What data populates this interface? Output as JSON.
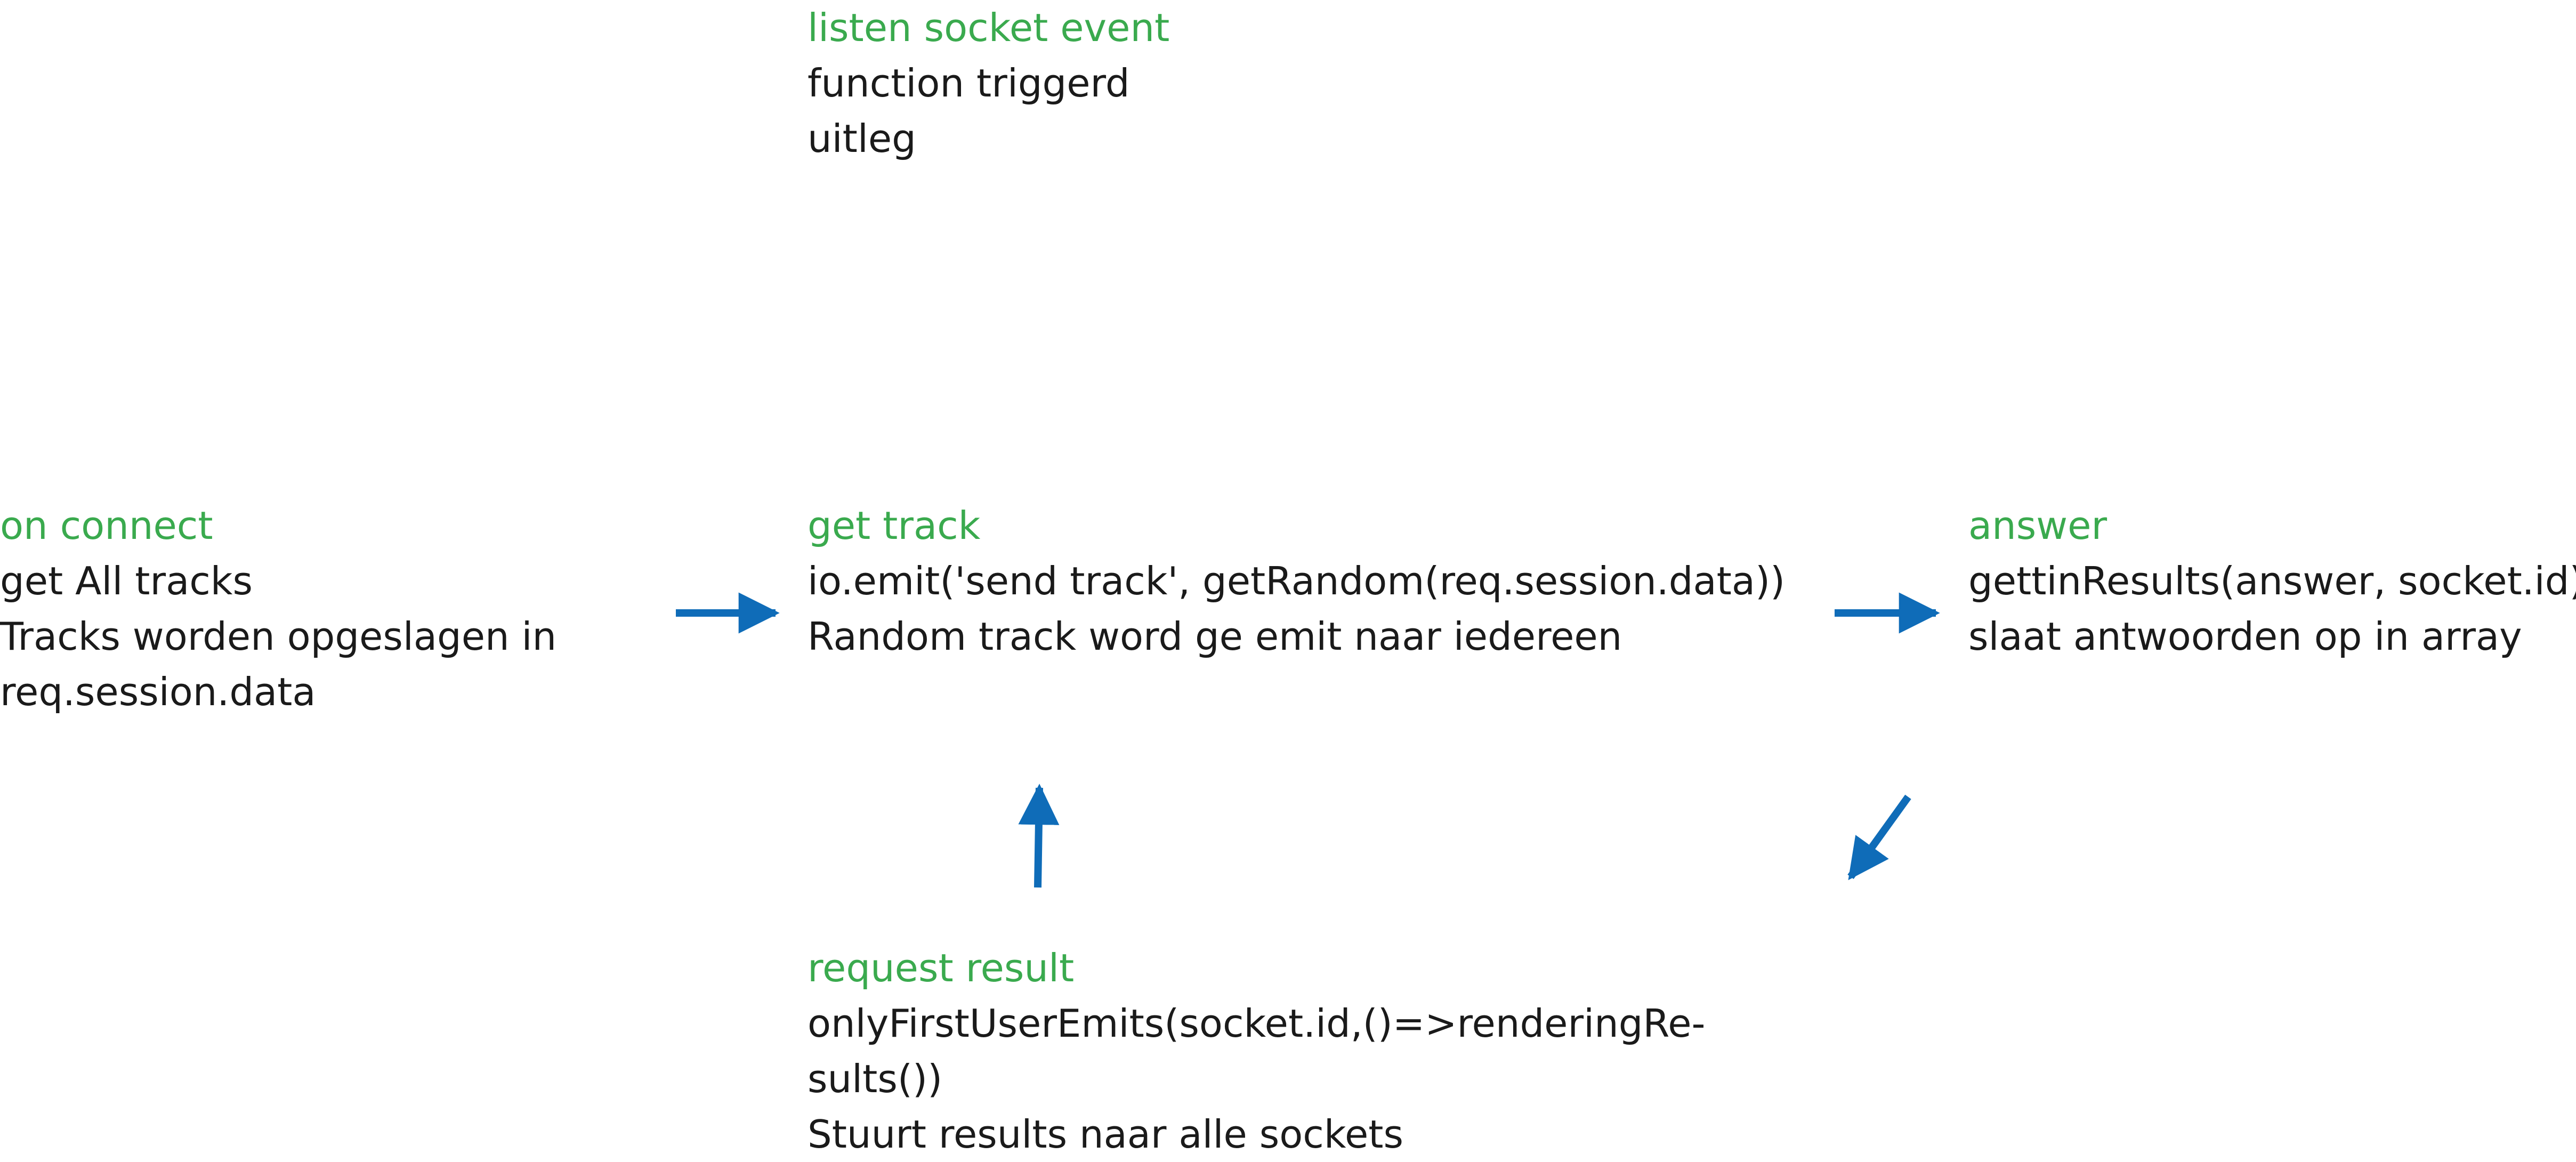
{
  "colors": {
    "heading": "#3aaa4e",
    "text": "#1a1a1a",
    "arrow": "#0f6cb8"
  },
  "legend": {
    "heading": "listen socket event",
    "lines": [
      "function triggerd",
      "uitleg"
    ]
  },
  "on_connect": {
    "heading": "on connect",
    "lines": [
      "get All tracks",
      "Tracks worden opgeslagen in",
      "req.session.data"
    ]
  },
  "get_track": {
    "heading": "get track",
    "lines": [
      "io.emit('send track', getRandom(req.session.data))",
      "Random track word ge emit naar iedereen"
    ]
  },
  "answer": {
    "heading": "answer",
    "lines": [
      "gettinResults(answer, socket.id)",
      "slaat antwoorden op in array"
    ]
  },
  "request_result": {
    "heading": "request result",
    "lines": [
      "onlyFirstUserEmits(socket.id,()=>renderingRe-",
      "sults())",
      "Stuurt results naar alle sockets"
    ]
  },
  "arrows": [
    {
      "name": "arrow-connect-to-track",
      "icon": "arrow-right-icon"
    },
    {
      "name": "arrow-track-to-answer",
      "icon": "arrow-right-icon"
    },
    {
      "name": "arrow-answer-to-request",
      "icon": "arrow-down-left-icon"
    },
    {
      "name": "arrow-request-to-track",
      "icon": "arrow-up-icon"
    }
  ]
}
